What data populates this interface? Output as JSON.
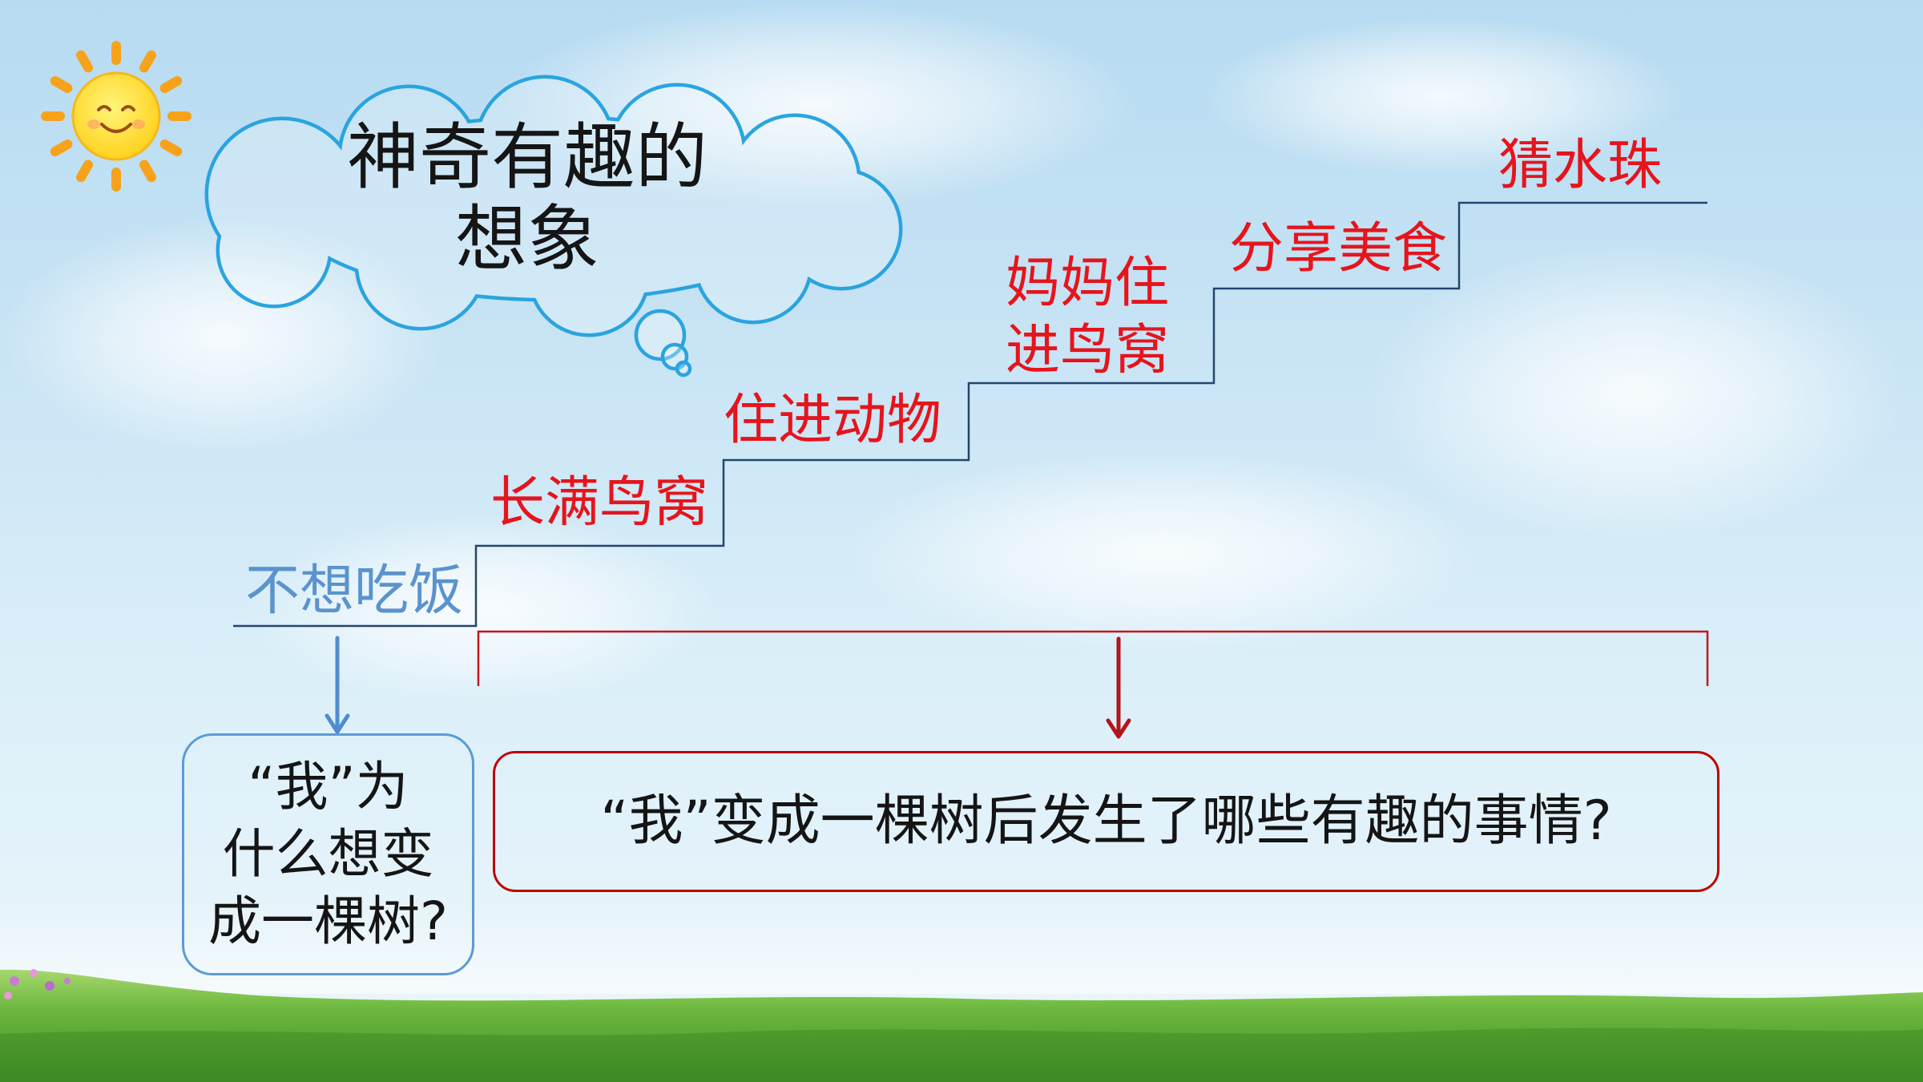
{
  "colors": {
    "sky_top": "#b7dbf1",
    "sky_bottom": "#eef7fb",
    "title_text": "#151515",
    "cloud_outline": "#2aa4df",
    "stair_line": "#23466f",
    "step_label": "#e6141c",
    "start_label": "#5b93cc",
    "bracket": "#c3161c",
    "red_arrow": "#b3151b",
    "blue_arrow": "#4f8ccf",
    "left_box_border": "#5b9bd5",
    "right_box_border": "#c00000",
    "sun_body": "#ffd21f",
    "sun_rays": "#f7a21b",
    "grass": "#6cb83e"
  },
  "icons": {
    "sun": "smiling-sun-icon",
    "thought_bubble": "thought-cloud",
    "left_arrow": "arrow-down-icon",
    "right_arrow": "arrow-down-icon"
  },
  "thought_cloud": {
    "lines": [
      "神奇有趣的",
      "想象"
    ]
  },
  "staircase": {
    "start": "不想吃饭",
    "steps": [
      {
        "lines": [
          "长满鸟窝"
        ]
      },
      {
        "lines": [
          "住进动物"
        ]
      },
      {
        "lines": [
          "妈妈住",
          "进鸟窝"
        ]
      },
      {
        "lines": [
          "分享美食"
        ]
      },
      {
        "lines": [
          "猜水珠"
        ]
      }
    ]
  },
  "left_question": {
    "lines": [
      "“我”为",
      "什么想变",
      "成一棵树?"
    ]
  },
  "right_question": {
    "text": "“我”变成一棵树后发生了哪些有趣的事情?"
  }
}
